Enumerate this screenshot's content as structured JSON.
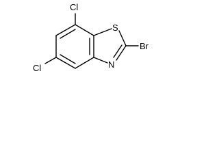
{
  "atoms": {
    "cl_top": "Cl",
    "cl_left": "Cl",
    "sulfur": "S",
    "bromine": "Br",
    "nitrogen": "N"
  },
  "colors": {
    "bond": "#000000",
    "label": "#000000",
    "background": "#ffffff"
  }
}
